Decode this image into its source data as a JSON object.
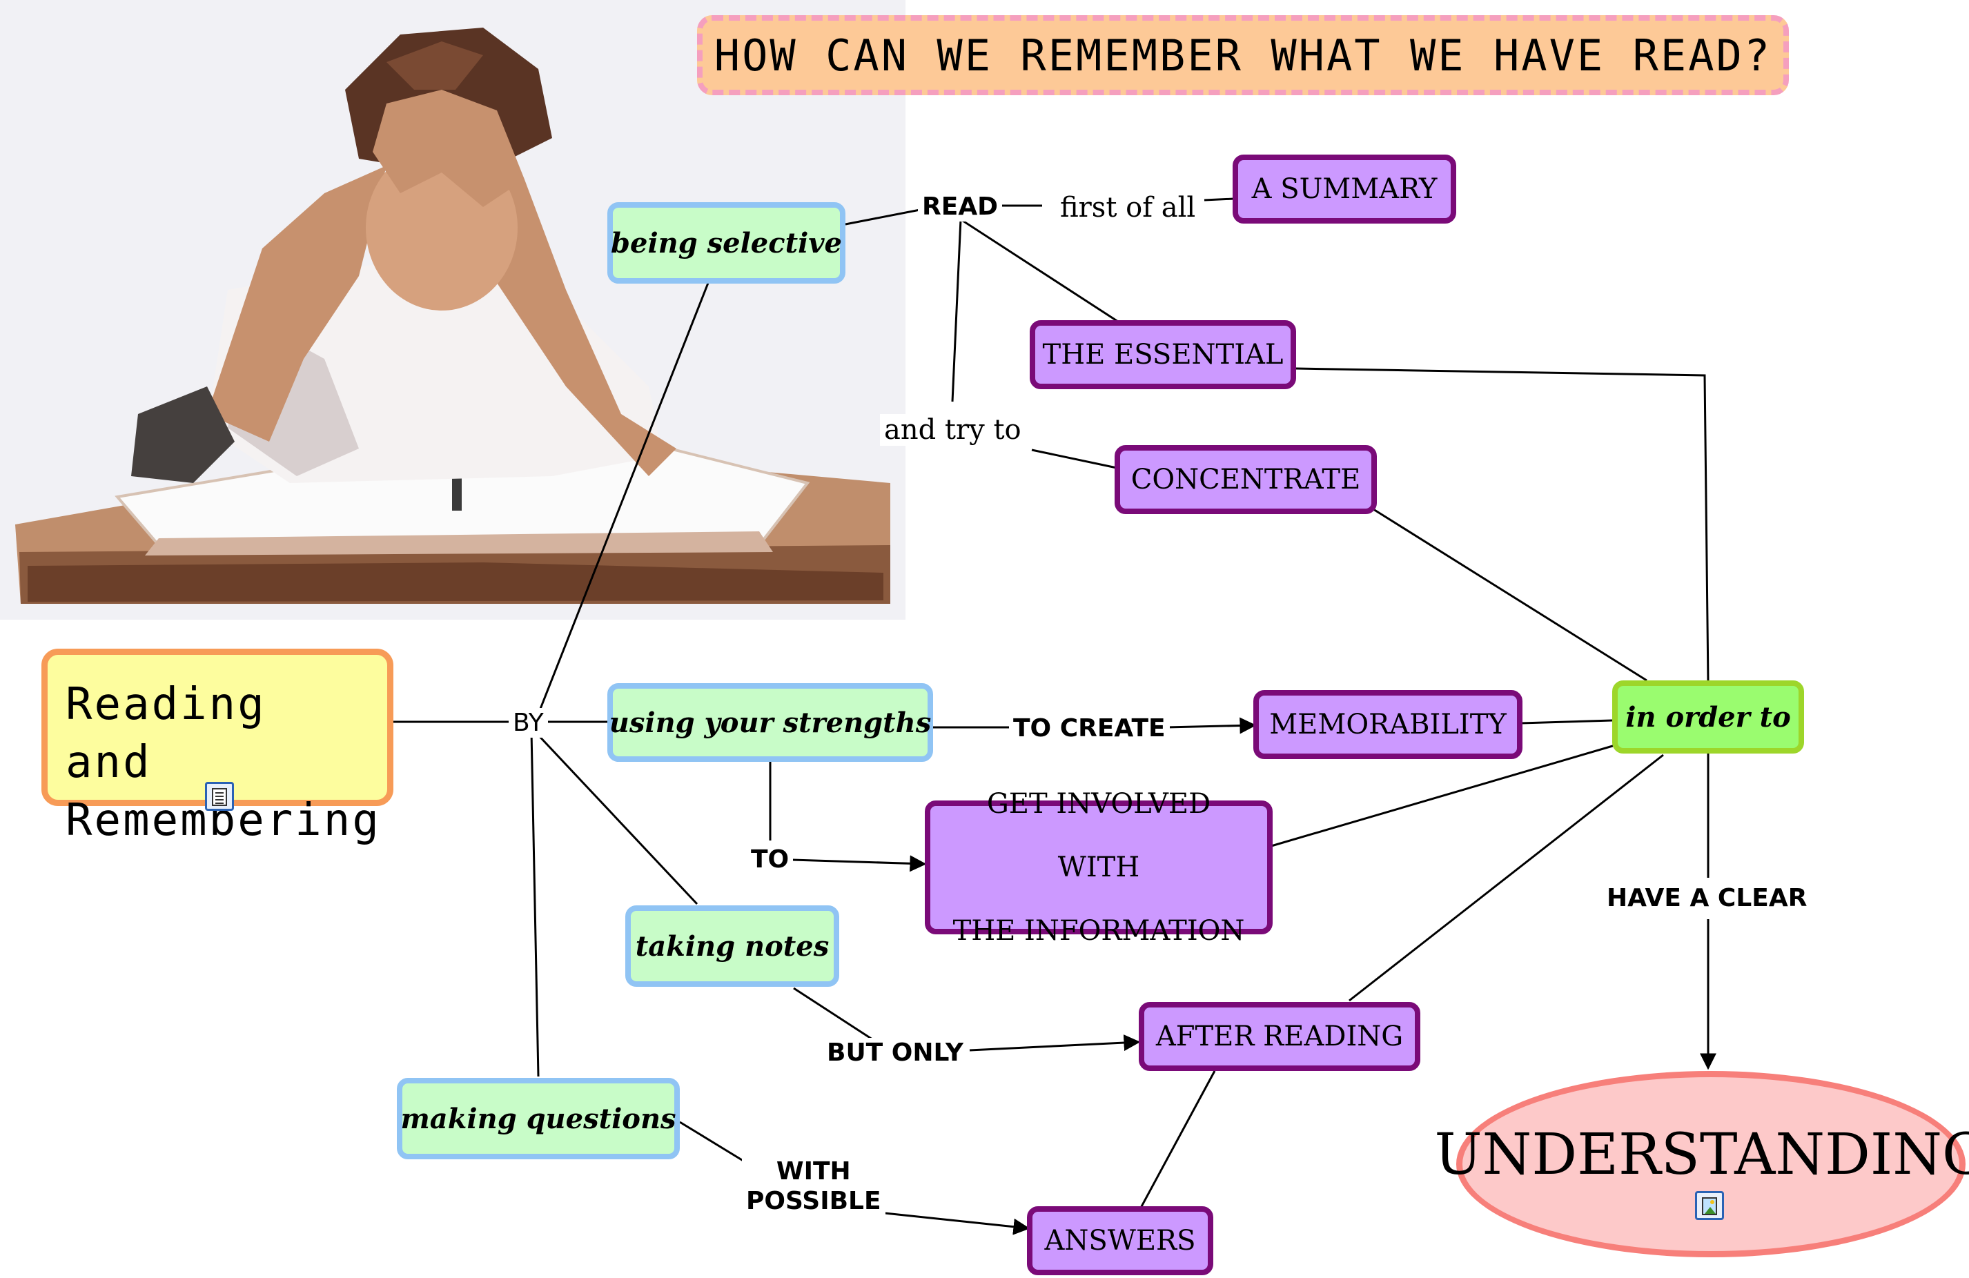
{
  "title": "HOW CAN WE REMEMBER WHAT WE HAVE READ?",
  "main_topic": {
    "line1": "Reading and",
    "line2": "Remembering"
  },
  "methods": {
    "being_selective": "being selective",
    "using_strengths": "using your strengths",
    "taking_notes": "taking notes",
    "making_questions": "making questions"
  },
  "outcomes": {
    "summary": "A SUMMARY",
    "essential": "THE ESSENTIAL",
    "concentrate": "CONCENTRATE",
    "memorability": "MEMORABILITY",
    "get_involved_line1": "GET INVOLVED WITH",
    "get_involved_line2": "THE INFORMATION",
    "after_reading": "AFTER READING",
    "answers": "ANSWERS"
  },
  "connectors": {
    "by": "BY",
    "read": "READ",
    "first_of_all": "first of all",
    "and_try_to": "and try to",
    "to_create": "TO CREATE",
    "to": "TO",
    "but_only": "BUT ONLY",
    "with_possible_line1": "WITH",
    "with_possible_line2": "POSSIBLE",
    "have_a_clear": "HAVE A CLEAR"
  },
  "goal": {
    "in_order_to": "in order to",
    "understanding": "UNDERSTANDING"
  },
  "icons": {
    "main_topic_attachment": "document-attachment-icon",
    "understanding_attachment": "image-attachment-icon",
    "illustration": "stressed-student-reading-illustration"
  },
  "colors": {
    "green_fill": "#c8fcc8",
    "green_border": "#90c4f4",
    "purple_fill": "#cc99ff",
    "purple_border": "#7a0a78",
    "title_fill": "#fdc997",
    "title_border": "#f59fbe",
    "main_fill": "#fdfd9e",
    "main_border": "#f79b57",
    "order_fill": "#9afc6f",
    "order_border": "#9dd62a",
    "goal_fill": "#fdc9c9",
    "goal_border": "#f77f7a"
  }
}
